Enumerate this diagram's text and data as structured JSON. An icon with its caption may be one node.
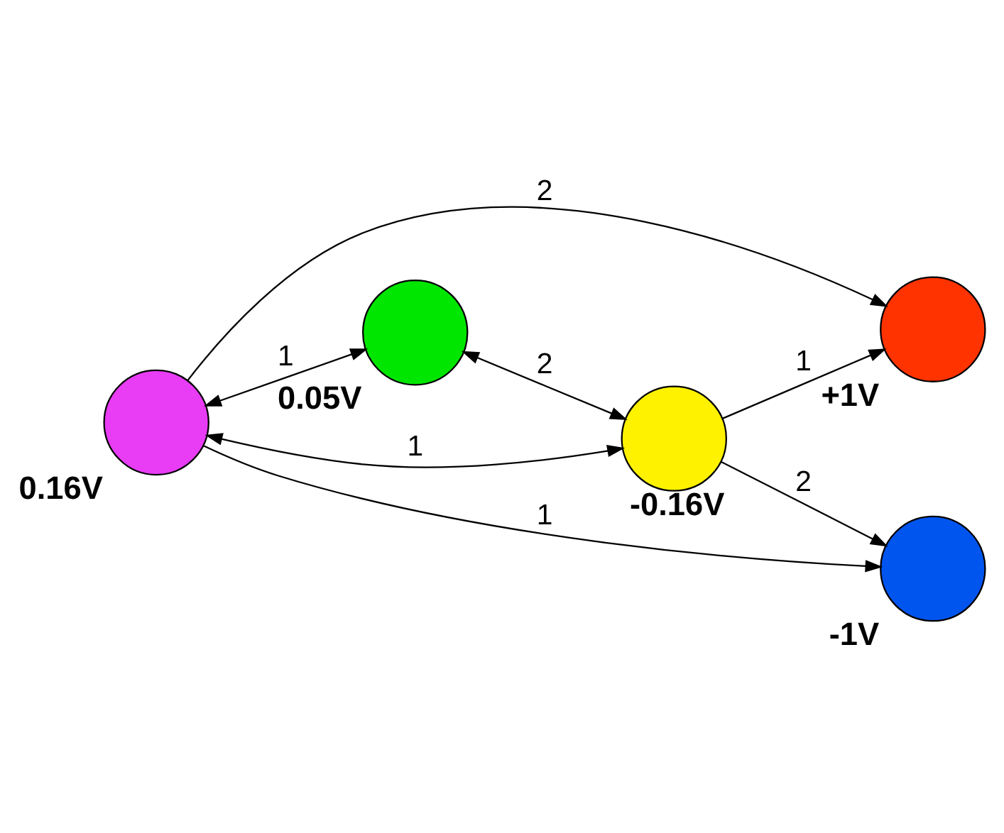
{
  "diagram": {
    "nodes": [
      {
        "text": [],
        "shape": "circle",
        "beside": [
          "0.16V"
        ]
      },
      {
        "text": [],
        "shape": "circle",
        "beside": [
          "+1V"
        ]
      },
      {
        "text": [],
        "shape": "circle",
        "beside": [
          "0.05V"
        ]
      },
      {
        "text": [],
        "shape": "circle",
        "beside": [
          "-1V"
        ]
      },
      {
        "text": [],
        "shape": "circle",
        "beside": [
          "-0.16V"
        ]
      }
    ],
    "edges": [
      {
        "from": 0,
        "to": 2,
        "arrow": "both",
        "label": "1"
      },
      {
        "from": 0,
        "to": 1,
        "arrow": "to",
        "label": "2"
      },
      {
        "from": 0,
        "to": 3,
        "arrow": "to",
        "label": "1"
      },
      {
        "from": 0,
        "to": 4,
        "arrow": "both",
        "label": "1"
      },
      {
        "from": 2,
        "to": 4,
        "arrow": "both",
        "label": "2"
      },
      {
        "from": 4,
        "to": 1,
        "arrow": "to",
        "label": "1"
      },
      {
        "from": 4,
        "to": 3,
        "arrow": "to",
        "label": "2"
      }
    ]
  }
}
